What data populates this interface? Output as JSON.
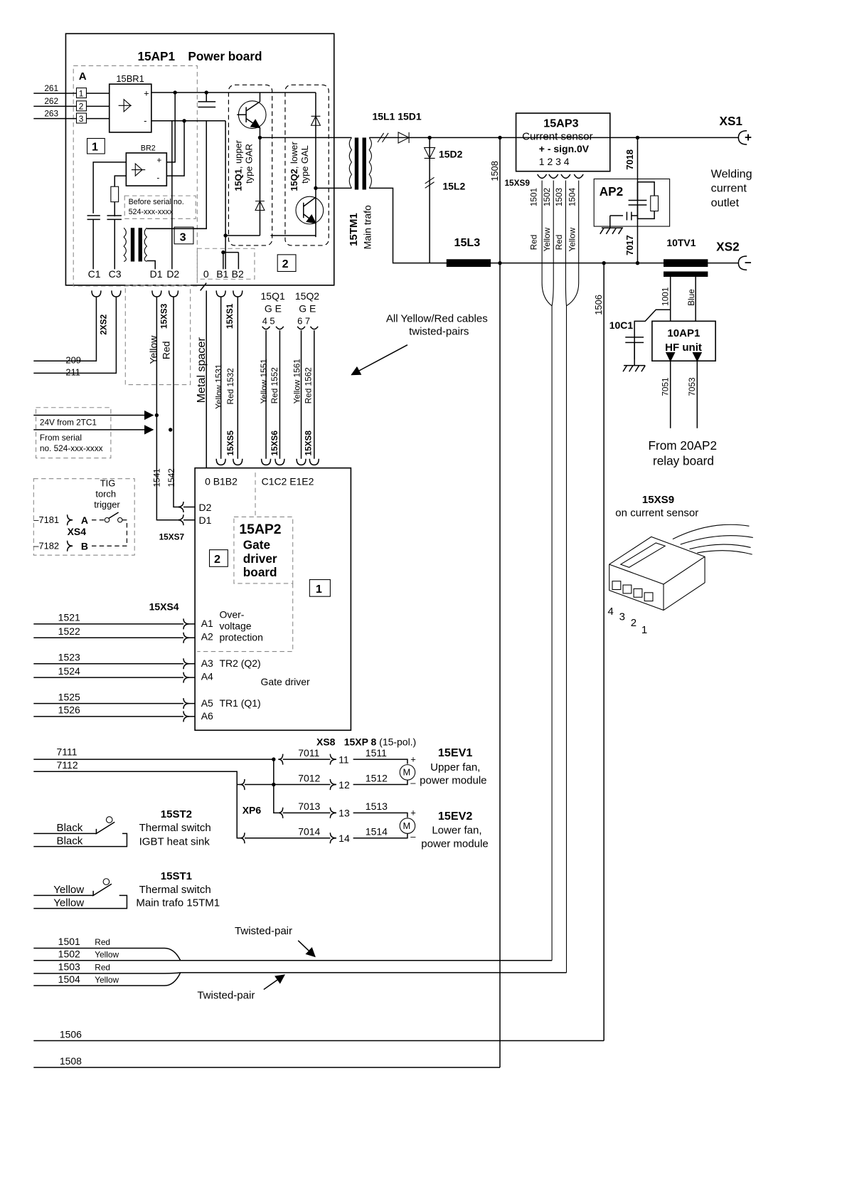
{
  "power_board": {
    "title_id": "15AP1",
    "title_text": "Power board",
    "section_a": "A",
    "rectifier": "15BR1",
    "rectifier2": "BR2",
    "inputs": [
      "261",
      "262",
      "263"
    ],
    "input_pins": [
      "1",
      "2",
      "3"
    ],
    "box1": "1",
    "box2": "2",
    "box3": "3",
    "serial_note_1": "Before serial no.",
    "serial_note_2": "524-xxx-xxxx",
    "pins": [
      "C1",
      "C3",
      "D1",
      "D2",
      "0",
      "B1",
      "B2"
    ],
    "q1_id": "15Q1",
    "q1_text_1": ", upper",
    "q1_text_2": "type GAR",
    "q2_id": "15Q2",
    "q2_text_1": ", lower",
    "q2_text_2": "type GAL"
  },
  "transformer": {
    "id": "15TM1",
    "text": "Main trafo"
  },
  "output": {
    "l1_d1": "15L1 15D1",
    "d2": "15D2",
    "l2": "15L2",
    "l3": "15L3",
    "w1508": "1508",
    "w7018": "7018",
    "w7017": "7017",
    "w1506": "1506",
    "xs1": "XS1",
    "xs1_sign": "+",
    "xs2": "XS2",
    "xs2_sign": "–",
    "outlet_1": "Welding",
    "outlet_2": "current",
    "outlet_3": "outlet"
  },
  "current_sensor": {
    "id": "15AP3",
    "text": "Current sensor",
    "signs": "+  - sign.0V",
    "pins": "1  2  3  4",
    "connector": "15XS9",
    "wires": [
      "1501",
      "1502",
      "1503",
      "1504"
    ],
    "colors": [
      "Red",
      "Yellow",
      "Red",
      "Yellow"
    ]
  },
  "ap2": {
    "id": "AP2"
  },
  "hf": {
    "tv": "10TV1",
    "c": "10C1",
    "id": "10AP1",
    "text": "HF unit",
    "w1001": "1001",
    "blue": "Blue",
    "w7051": "7051",
    "w7053": "7053",
    "from_1": "From 20AP2",
    "from_2": "relay board"
  },
  "cables": {
    "xs2": "2XS2",
    "xs3": "15XS3",
    "xs1": "15XS1",
    "yellow": "Yellow",
    "red": "Red",
    "metal_spacer": "Metal spacer",
    "w209": "209",
    "w211": "211",
    "yellow1531": "Yellow 1531",
    "red1532": "Red 1532",
    "yellow1551": "Yellow 1551",
    "red1552": "Red 1552",
    "yellow1561": "Yellow 1561",
    "red1562": "Red 1562",
    "q1": "15Q1",
    "q2": "15Q2",
    "g1": "G E",
    "g2": "G E",
    "p1": "4  5",
    "p2": "6  7",
    "xs5": "15XS5",
    "xs6": "15XS6",
    "xs8": "15XS8",
    "note_1": "All Yellow/Red cables",
    "note_2": "twisted-pairs"
  },
  "supply": {
    "v24": "24V  from 2TC1",
    "from_1": "From serial",
    "from_2": "no. 524-xxx-xxxx"
  },
  "tig": {
    "t1": "TIG",
    "t2": "torch",
    "t3": "trigger",
    "w7181": "–7181",
    "w7182": "–7182",
    "a": "A",
    "b": "B",
    "xs4": "XS4",
    "xs7": "15XS7",
    "w1541": "1541",
    "w1542": "1542"
  },
  "gate_board": {
    "id": "15AP2",
    "t1": "Gate",
    "t2": "driver",
    "t3": "board",
    "box2": "2",
    "box1": "1",
    "top_pins_1": "0  B1B2",
    "top_pins_2": "C1C2  E1E2",
    "d2": "D2",
    "d1": "D1",
    "xs4": "15XS4",
    "a1": "A1",
    "a2": "A2",
    "a3": "A3",
    "a4": "A4",
    "a5": "A5",
    "a6": "A6",
    "ov1": "Over-",
    "ov2": "voltage",
    "ov3": "protection",
    "tr2": "TR2 (Q2)",
    "tr1": "TR1 (Q1)",
    "gate_driver": "Gate driver",
    "wires": [
      "1521",
      "1522",
      "1523",
      "1524",
      "1525",
      "1526"
    ]
  },
  "fans": {
    "xs8": "XS8",
    "xp8": "15XP 8",
    "xp8_note": "(15-pol.)",
    "xp6": "XP6",
    "w7111": "7111",
    "w7112": "7112",
    "w7011": "7011",
    "w7012": "7012",
    "w7013": "7013",
    "w7014": "7014",
    "p11": "11",
    "p12": "12",
    "p13": "13",
    "p14": "14",
    "w1511": "1511",
    "w1512": "1512",
    "w1513": "1513",
    "w1514": "1514",
    "ev1": "15EV1",
    "ev1_1": "Upper fan,",
    "ev1_2": "power module",
    "ev2": "15EV2",
    "ev2_1": "Lower fan,",
    "ev2_2": "power module",
    "m": "M",
    "plus": "+",
    "minus": "–"
  },
  "thermal": {
    "st2": "15ST2",
    "st2_1": "Thermal switch",
    "st2_2": "IGBT heat sink",
    "black": "Black",
    "st1": "15ST1",
    "st1_1": "Thermal switch",
    "st1_2": "Main trafo 15TM1",
    "yellow": "Yellow"
  },
  "bottom": {
    "tp_top": "Twisted-pair",
    "tp_bottom": "Twisted-pair",
    "wires": [
      "1501",
      "1502",
      "1503",
      "1504",
      "1506",
      "1508"
    ],
    "colors": [
      "Red",
      "Yellow",
      "Red",
      "Yellow"
    ]
  },
  "connector_view": {
    "id": "15XS9",
    "text": "on current sensor",
    "pins": [
      "4",
      "3",
      "2",
      "1"
    ]
  }
}
